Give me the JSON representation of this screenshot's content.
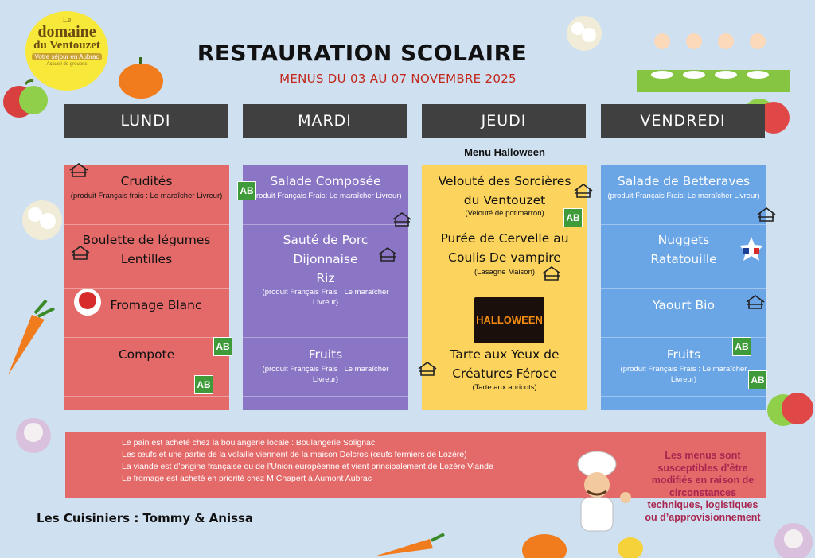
{
  "logo": {
    "line1": "Le",
    "line2": "domaine",
    "line3": "du Ventouzet",
    "line4": "Votre séjour en Aubrac",
    "line5": "Accueil de groupes"
  },
  "title": "RESTAURATION SCOLAIRE",
  "subtitle": "MENUS DU 03 AU 07 NOVEMBRE 2025",
  "days": [
    "LUNDI",
    "MARDI",
    "JEUDI",
    "VENDREDI"
  ],
  "halloween_label": "Menu Halloween",
  "halloween_image_text": "HALLOWEEN",
  "lundi": {
    "d1": "Crudités",
    "n1": "(produit Français frais : Le maraîcher Livreur)",
    "d2a": "Boulette de légumes",
    "d2b": "Lentilles",
    "d3": "Fromage Blanc",
    "d4": "Compote"
  },
  "mardi": {
    "d1": "Salade Composée",
    "n1": "(produit Français Frais: Le maraîcher Livreur)",
    "d2a": "Sauté de Porc",
    "d2b": "Dijonnaise",
    "d2c": "Riz",
    "n2": "(produit Français Frais : Le maraîcher Livreur)",
    "d4": "Fruits",
    "n4": "(produit Français Frais : Le maraîcher Livreur)"
  },
  "jeudi": {
    "d1a": "Velouté des Sorcières",
    "d1b": "du Ventouzet",
    "n1": "(Velouté de potimarron)",
    "d2a": "Purée de Cervelle au",
    "d2b": "Coulis De vampire",
    "n2": "(Lasagne Maison)",
    "d4a": "Tarte aux Yeux de",
    "d4b": "Créatures Féroce",
    "n4": "(Tarte aux abricots)"
  },
  "vendredi": {
    "d1": "Salade de Betteraves",
    "n1": "(produit Français Frais: Le maraîcher Livreur)",
    "d2a": "Nuggets",
    "d2b": "Ratatouille",
    "d3": "Yaourt Bio",
    "d4": "Fruits",
    "n4": "(produit Français Frais : Le maraîcher Livreur)"
  },
  "info": [
    "Le pain est acheté chez la boulangerie locale : Boulangerie Solignac",
    "Les œufs et une partie de la volaille  viennent de la maison Delcros (œufs fermiers de Lozère)",
    "La viande est d’origine française ou de l’Union européenne et vient principalement de Lozère Viande",
    "Le fromage est acheté en priorité chez M Chapert à Aumont Aubrac"
  ],
  "disclaimer": "Les menus sont susceptibles d’être modifiés en raison de circonstances techniques, logistiques ou d’approvisionnement",
  "cooks": "Les Cuisiniers : Tommy & Anissa",
  "ab_text": "AB",
  "colors": {
    "red": "#e46a6a",
    "violet": "#8b76c6",
    "yellow": "#fbd35d",
    "blue": "#6aa5e6",
    "header": "#404040"
  }
}
